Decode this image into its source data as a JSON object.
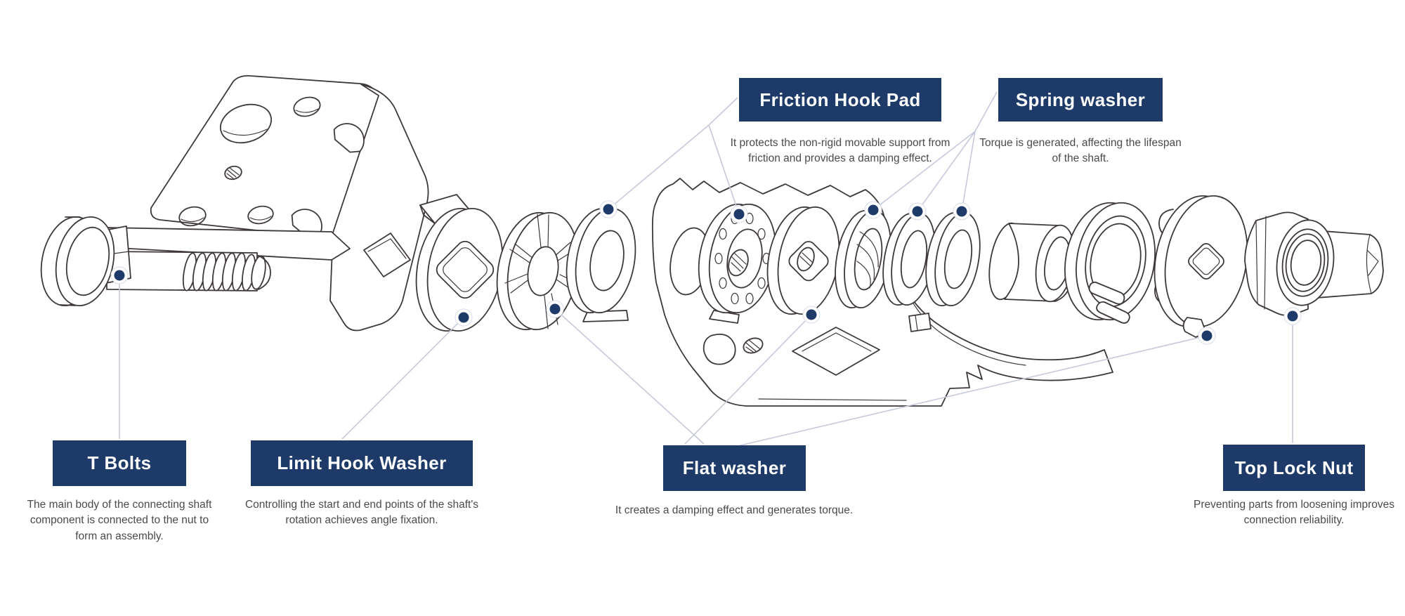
{
  "colors": {
    "background": "#ffffff",
    "label_bg": "#1e3a69",
    "label_text": "#ffffff",
    "description_text": "#4a4a4a",
    "leader_line": "#c6c9db",
    "callout_dot": "#1e3a69",
    "line_art": "#3f383a"
  },
  "callouts": [
    {
      "id": "friction-hook-pad",
      "title": "Friction Hook Pad",
      "description": "It protects the non-rigid movable support from friction and provides a damping effect.",
      "position": "top"
    },
    {
      "id": "spring-washer",
      "title": "Spring washer",
      "description": "Torque is generated, affecting the lifespan of the shaft.",
      "position": "top"
    },
    {
      "id": "t-bolts",
      "title": "T Bolts",
      "description": "The main body of the connecting shaft component is connected to the nut to form an assembly.",
      "position": "bottom"
    },
    {
      "id": "limit-hook-washer",
      "title": "Limit Hook Washer",
      "description": "Controlling the start and end points of the shaft's rotation achieves angle fixation.",
      "position": "bottom"
    },
    {
      "id": "flat-washer",
      "title": "Flat washer",
      "description": "It creates a damping effect and generates torque.",
      "position": "bottom"
    },
    {
      "id": "top-lock-nut",
      "title": "Top Lock Nut",
      "description": "Preventing parts from loosening improves connection reliability.",
      "position": "bottom"
    }
  ],
  "diagram": {
    "type": "exploded-view",
    "subject": "rotary shaft hinge assembly"
  }
}
